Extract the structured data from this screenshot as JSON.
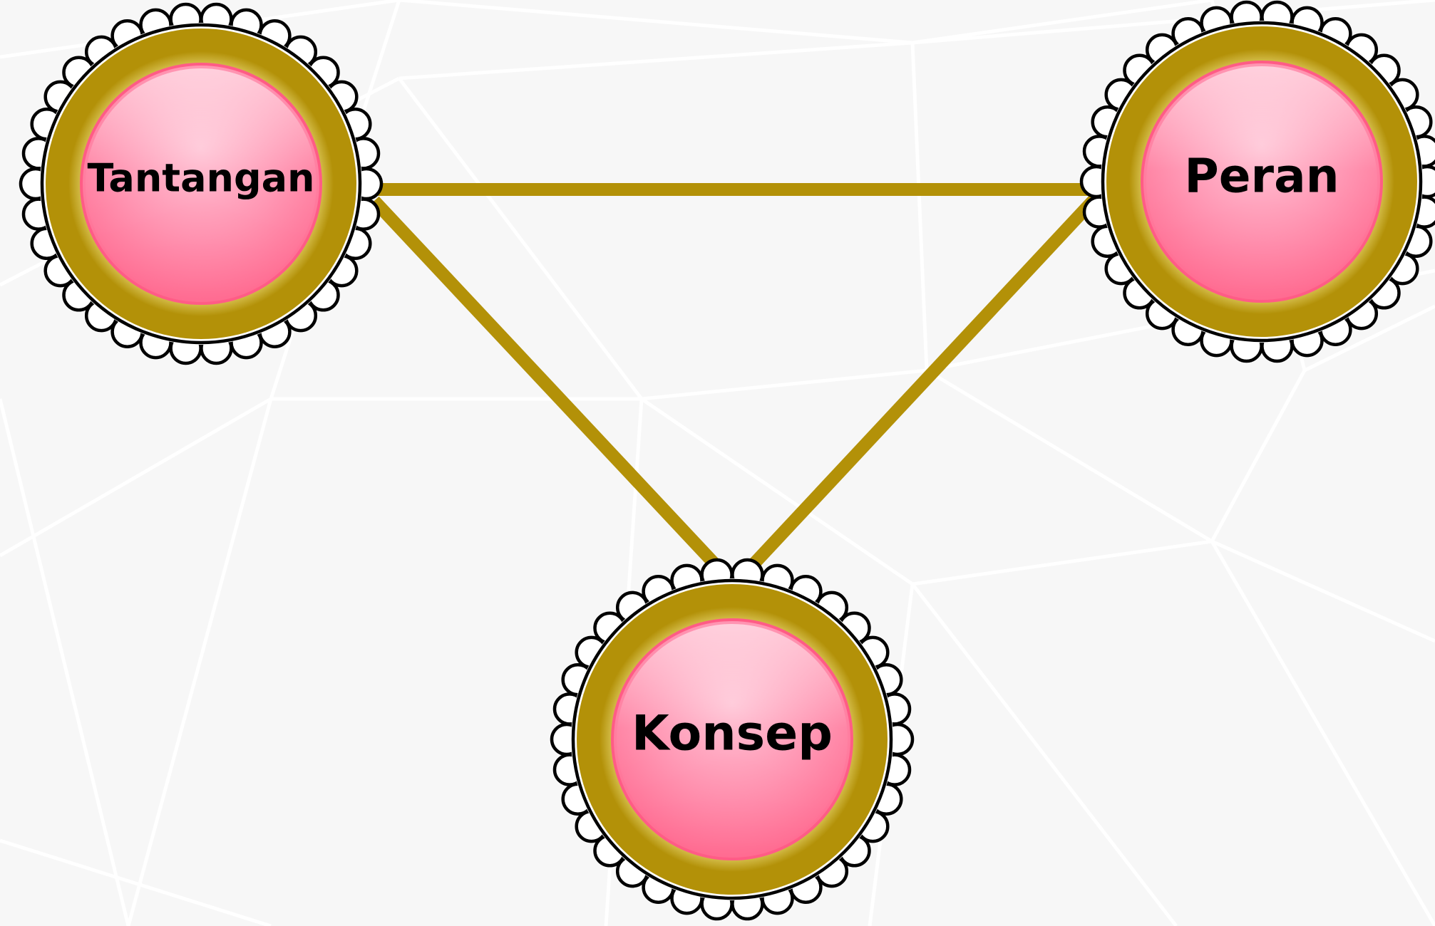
{
  "nodes": [
    {
      "id": "tantangan",
      "label": "Tantangan"
    },
    {
      "id": "peran",
      "label": "Peran"
    },
    {
      "id": "konsep",
      "label": "Konsep"
    }
  ],
  "edges": [
    {
      "from": "tantangan",
      "to": "peran"
    },
    {
      "from": "tantangan",
      "to": "konsep"
    },
    {
      "from": "peran",
      "to": "konsep"
    }
  ],
  "colors": {
    "background": "#f7f7f7",
    "background_mesh": "#ffffff",
    "connector": "#b39108",
    "ring": "#b39108",
    "node_fill_top": "#ffb3c8",
    "node_fill_bottom": "#ff6f94",
    "scallop_stroke": "#000000",
    "label": "#000000"
  }
}
